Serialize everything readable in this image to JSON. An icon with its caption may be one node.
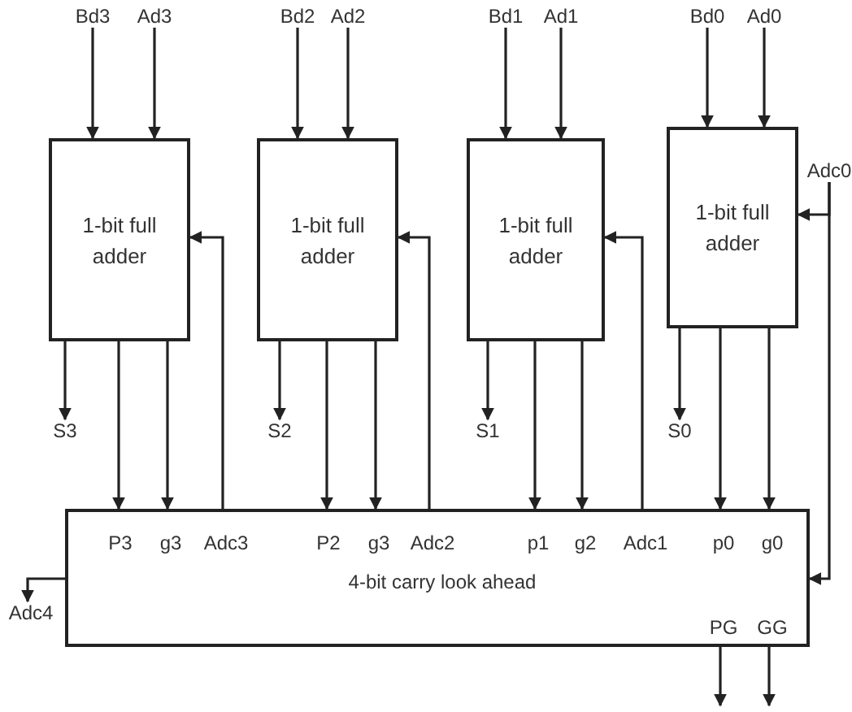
{
  "diagram": {
    "nodes": [
      {
        "text": [
          "Bd3"
        ]
      },
      {
        "text": [
          "Ad3"
        ]
      },
      {
        "text": [
          "Bd2"
        ]
      },
      {
        "text": [
          "Ad2"
        ]
      },
      {
        "text": [
          "Bd1"
        ]
      },
      {
        "text": [
          "Ad1"
        ]
      },
      {
        "text": [
          "Bd0"
        ]
      },
      {
        "text": [
          "Ad0"
        ]
      },
      {
        "text": [
          "Adc0"
        ]
      },
      {
        "text": [
          "1-bit full adder"
        ]
      },
      {
        "text": [
          "1-bit full adder"
        ]
      },
      {
        "text": [
          "1-bit full adder"
        ]
      },
      {
        "text": [
          "1-bit full adder"
        ]
      },
      {
        "text": [
          "S3"
        ]
      },
      {
        "text": [
          "S2"
        ]
      },
      {
        "text": [
          "S1"
        ]
      },
      {
        "text": [
          "S0"
        ]
      },
      {
        "text": [
          "P3",
          "g3",
          "Adc3",
          "P2",
          "g3",
          "Adc2",
          "p1",
          "g2",
          "Adc1",
          "p0",
          "g0",
          "4-bit carry look ahead",
          "PG",
          "GG"
        ]
      },
      {
        "text": [
          "Adc4"
        ]
      }
    ],
    "edges": [
      {
        "from": 0,
        "to": 9,
        "arrow": "to"
      },
      {
        "from": 1,
        "to": 9,
        "arrow": "to"
      },
      {
        "from": 2,
        "to": 10,
        "arrow": "to"
      },
      {
        "from": 3,
        "to": 10,
        "arrow": "to"
      },
      {
        "from": 4,
        "to": 11,
        "arrow": "to"
      },
      {
        "from": 5,
        "to": 11,
        "arrow": "to"
      },
      {
        "from": 6,
        "to": 12,
        "arrow": "to"
      },
      {
        "from": 7,
        "to": 12,
        "arrow": "to"
      },
      {
        "from": 8,
        "to": 12,
        "arrow": "to"
      },
      {
        "from": 8,
        "to": 17,
        "arrow": "to"
      },
      {
        "from": 9,
        "to": 13,
        "arrow": "to"
      },
      {
        "from": 9,
        "to": 17,
        "arrow": "to"
      },
      {
        "from": 9,
        "to": 17,
        "arrow": "to"
      },
      {
        "from": 17,
        "to": 9,
        "arrow": "to"
      },
      {
        "from": 10,
        "to": 14,
        "arrow": "to"
      },
      {
        "from": 10,
        "to": 17,
        "arrow": "to"
      },
      {
        "from": 10,
        "to": 17,
        "arrow": "to"
      },
      {
        "from": 17,
        "to": 10,
        "arrow": "to"
      },
      {
        "from": 11,
        "to": 15,
        "arrow": "to"
      },
      {
        "from": 11,
        "to": 17,
        "arrow": "to"
      },
      {
        "from": 11,
        "to": 17,
        "arrow": "to"
      },
      {
        "from": 17,
        "to": 11,
        "arrow": "to"
      },
      {
        "from": 12,
        "to": 16,
        "arrow": "to"
      },
      {
        "from": 12,
        "to": 17,
        "arrow": "to"
      },
      {
        "from": 12,
        "to": 17,
        "arrow": "to"
      },
      {
        "from": 17,
        "to": 18,
        "arrow": "to"
      },
      {
        "from": 17,
        "to": null,
        "arrow": "to"
      },
      {
        "from": 17,
        "to": null,
        "arrow": "to"
      }
    ]
  }
}
